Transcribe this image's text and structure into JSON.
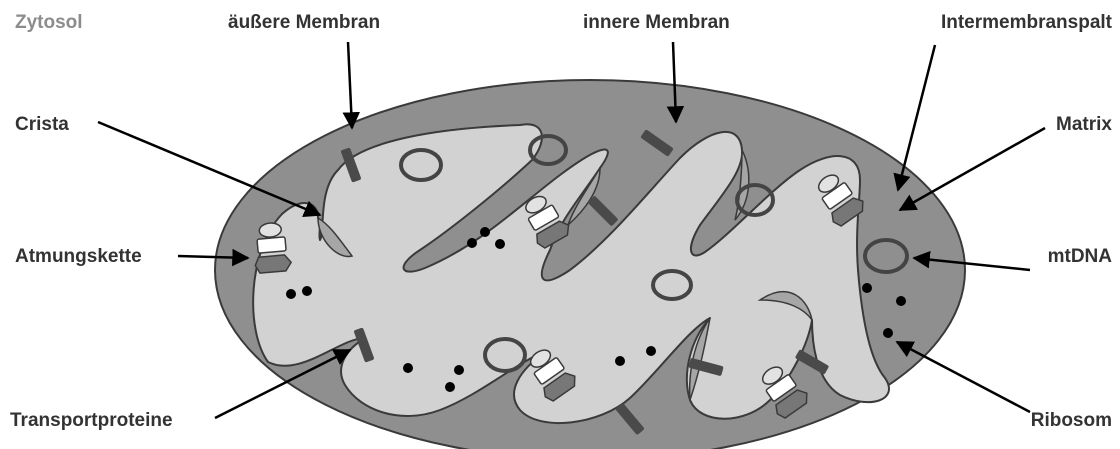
{
  "labels": {
    "zytosol": "Zytosol",
    "aeussere_membran": "äußere Membran",
    "innere_membran": "innere Membran",
    "intermembranspalt": "Intermembranspalt",
    "crista": "Crista",
    "matrix": "Matrix",
    "atmungskette": "Atmungskette",
    "mtdna": "mtDNA",
    "transportproteine": "Transportproteine",
    "ribosom": "Ribosom"
  },
  "colors": {
    "outer_compartment": "#8f8f8f",
    "matrix": "#d2d2d2",
    "outline": "#3a3a3a",
    "transport_protein": "#4a4a4a",
    "ribosome": "#000000",
    "label_text": "#333333",
    "zytosol_text": "#8c8c8c"
  }
}
